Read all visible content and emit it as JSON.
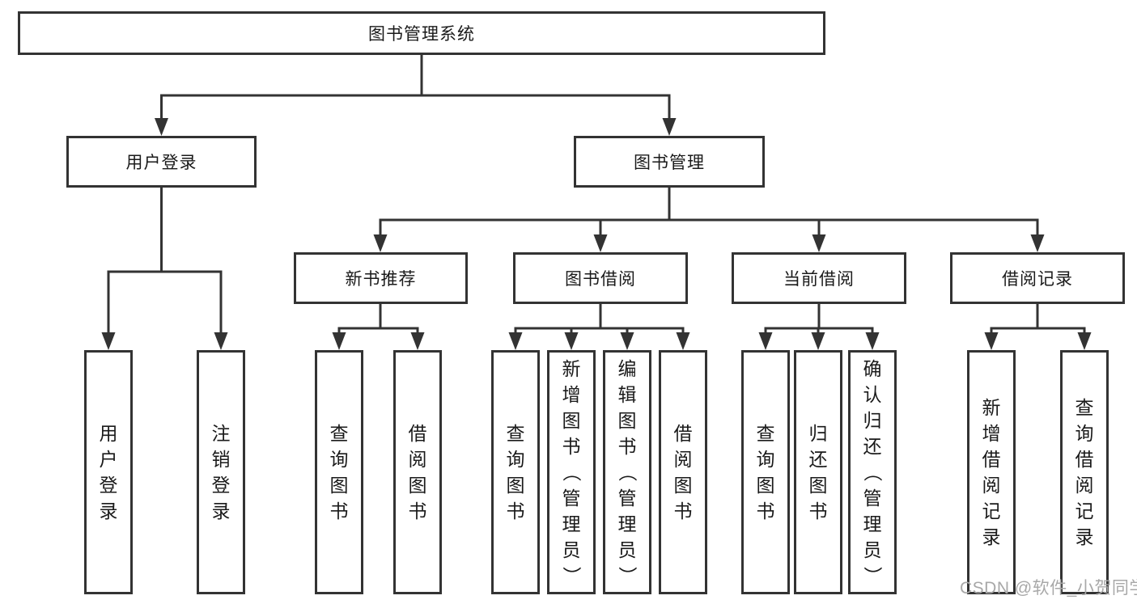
{
  "diagram": {
    "title": "图书管理系统",
    "tree": {
      "label": "图书管理系统",
      "children": [
        {
          "label": "用户登录",
          "children": [
            {
              "label": "用户登录"
            },
            {
              "label": "注销登录"
            }
          ]
        },
        {
          "label": "图书管理",
          "children": [
            {
              "label": "新书推荐",
              "children": [
                {
                  "label": "查询图书"
                },
                {
                  "label": "借阅图书"
                }
              ]
            },
            {
              "label": "图书借阅",
              "children": [
                {
                  "label": "查询图书"
                },
                {
                  "label": "新增图书（管理员）"
                },
                {
                  "label": "编辑图书（管理员）"
                },
                {
                  "label": "借阅图书"
                }
              ]
            },
            {
              "label": "当前借阅",
              "children": [
                {
                  "label": "查询图书"
                },
                {
                  "label": "归还图书"
                },
                {
                  "label": "确认归还（管理员）"
                }
              ]
            },
            {
              "label": "借阅记录",
              "children": [
                {
                  "label": "新增借阅记录"
                },
                {
                  "label": "查询借阅记录"
                }
              ]
            }
          ]
        }
      ]
    }
  },
  "watermark": {
    "text": "CSDN @软件_小贺同学"
  },
  "colors": {
    "line": "#333333",
    "text": "#1a1a1a",
    "watermark": "#a8a8a8",
    "background": "#ffffff"
  }
}
